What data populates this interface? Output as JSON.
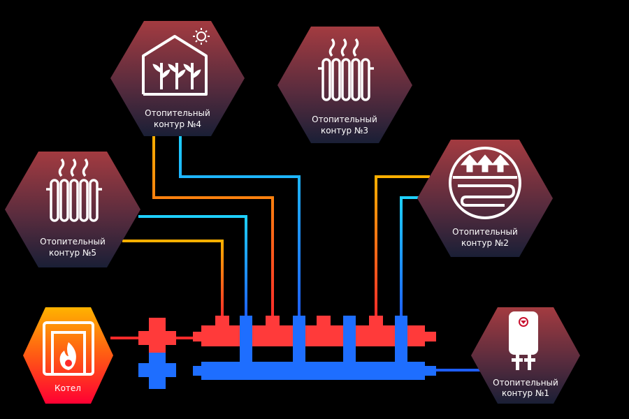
{
  "circuits": {
    "c4": {
      "line1": "Отопительный",
      "line2": "контур  №4",
      "icon": "greenhouse-icon"
    },
    "c3": {
      "line1": "Отопительный",
      "line2": "контур  №3",
      "icon": "radiator-icon"
    },
    "c5": {
      "line1": "Отопительный",
      "line2": "контур  №5",
      "icon": "radiator-icon"
    },
    "c2": {
      "line1": "Отопительный",
      "line2": "контур  №2",
      "icon": "underfloor-heating-icon"
    },
    "c1": {
      "line1": "Отопительный",
      "line2": "контур  №1",
      "icon": "water-heater-icon"
    }
  },
  "boiler": {
    "label": "Котел",
    "icon": "boiler-flame-icon"
  },
  "colors": {
    "background": "#000000",
    "supply_red": "#ff3a3a",
    "return_blue": "#1e6eff",
    "hex_top": "#a03a3e",
    "hex_bottom": "#1c2038",
    "boiler_top": "#ffb300",
    "boiler_bottom": "#ff0033"
  }
}
